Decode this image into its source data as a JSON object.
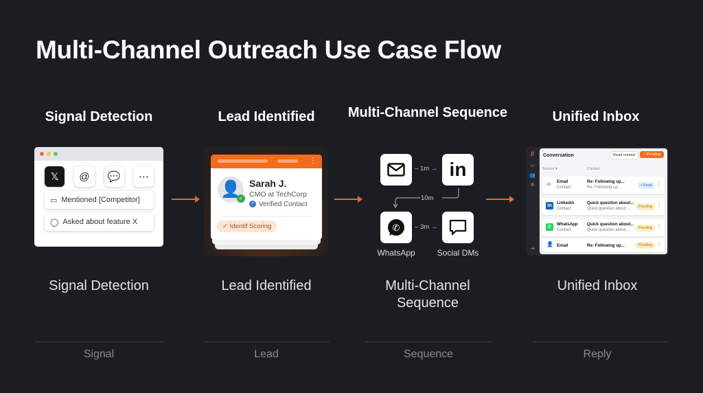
{
  "title": "Multi-Channel Outreach Use Case Flow",
  "steps": [
    {
      "heading": "Signal Detection",
      "label": "Signal Detection",
      "footer": "Signal"
    },
    {
      "heading": "Lead Identified",
      "label": "Lead Identified",
      "footer": "Lead"
    },
    {
      "heading": "Multi-Channel Sequence",
      "label": "Multi-Channel Sequence",
      "footer": "Sequence"
    },
    {
      "heading": "Unified Inbox",
      "label": "Unified Inbox",
      "footer": "Reply"
    }
  ],
  "signal": {
    "icons": [
      "x-icon",
      "threads-icon",
      "chat-icon",
      "more-icon"
    ],
    "x_glyph": "𝕏",
    "mentions": [
      "Mentioned [Competitor]",
      "Asked about feature X"
    ]
  },
  "lead": {
    "name": "Sarah J.",
    "role": "CMO at TechCorp",
    "verified": "Verified Contact",
    "tag": "Identif Scoring"
  },
  "sequence": {
    "t1": "1m",
    "t2": "10m",
    "t3": "3m",
    "whatsapp": "WhatsApp",
    "social": "Social DMs",
    "linkedin_glyph": "in"
  },
  "inbox": {
    "title": "Conversation",
    "read_unread": "Read unread",
    "pending_btn": "Pending",
    "col_source": "Source",
    "col_contact": "Contact",
    "rows": [
      {
        "source": "Email",
        "sub": "Contact",
        "subject": "Re: Following up...",
        "preview": "Re: Following up...",
        "status": "Read"
      },
      {
        "source": "Linkedin",
        "sub": "Contact",
        "subject": "Quick question about...",
        "preview": "Quick question about ...",
        "status": "Pending"
      },
      {
        "source": "WhatsApp",
        "sub": "Contact",
        "subject": "Quick question about...",
        "preview": "Quick question about ...",
        "status": "Pending"
      },
      {
        "source": "Email",
        "sub": "",
        "subject": "Re: Following up...",
        "preview": "",
        "status": "Pending"
      }
    ]
  },
  "colors": {
    "background": "#1b1d22",
    "accent": "#f36b1c",
    "arrow": "#e8662a"
  }
}
